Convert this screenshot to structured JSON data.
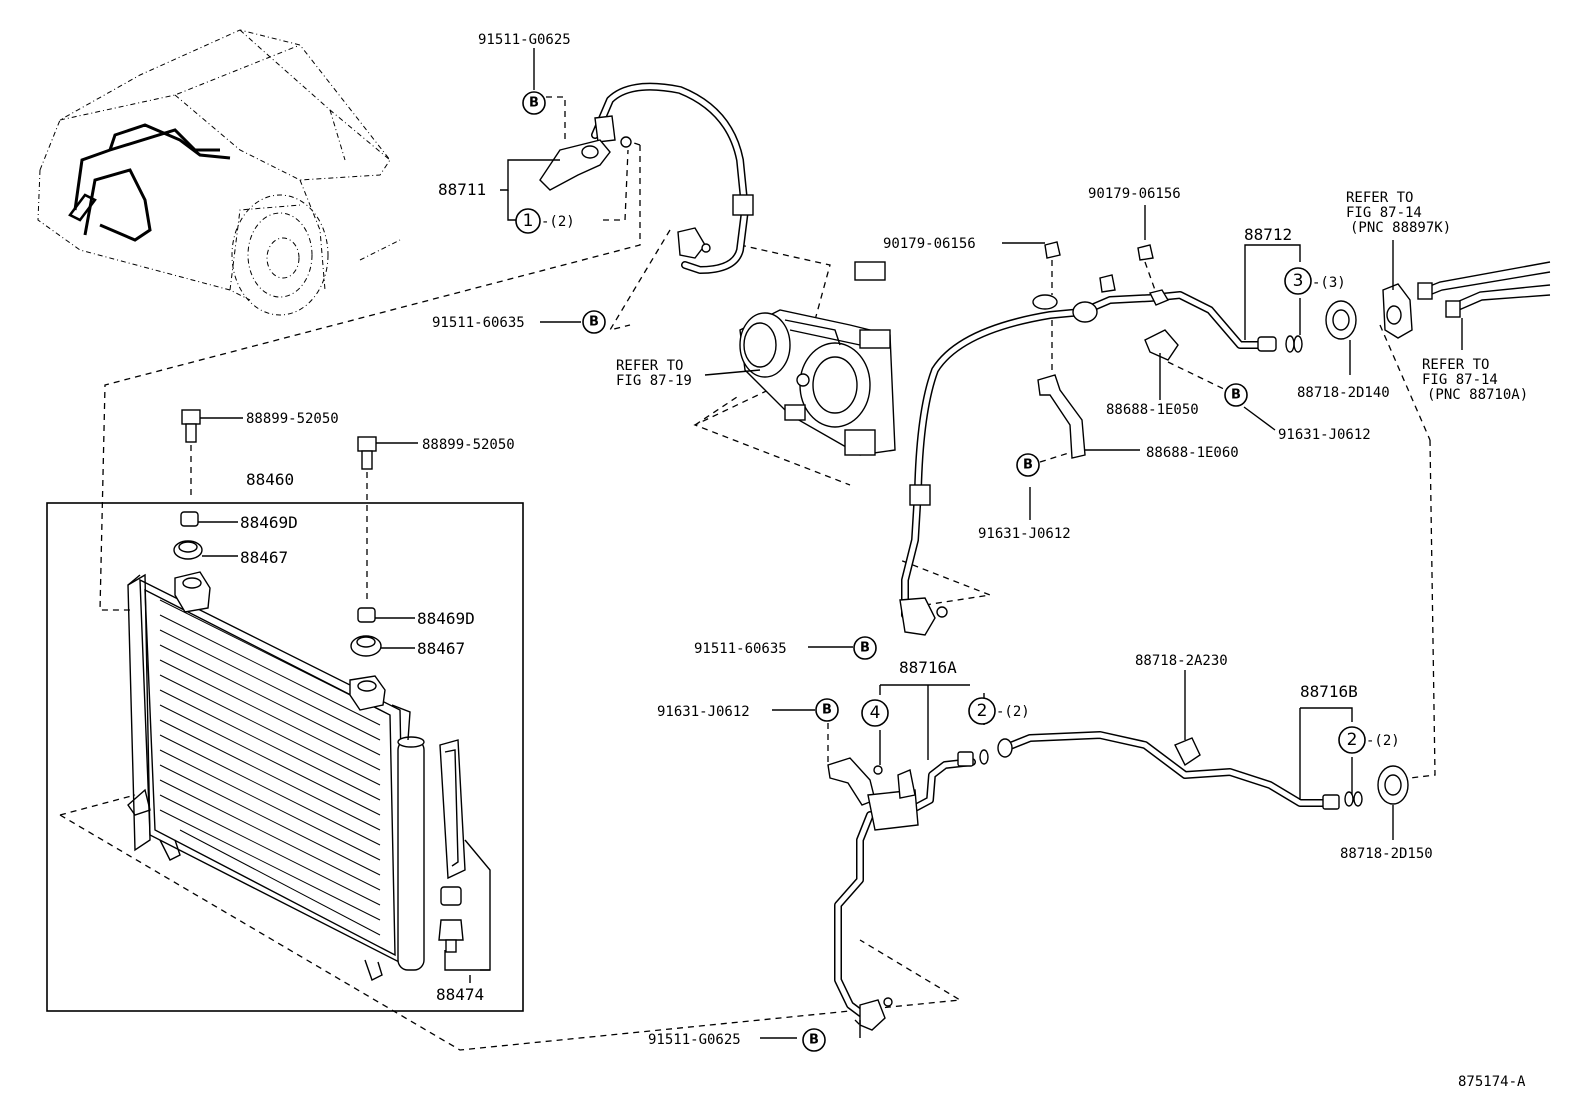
{
  "diagram_id": "875174-A",
  "labels": {
    "bolt_b_top": "91511-G0625",
    "hose_88711": "88711",
    "qty_1": "-(2)",
    "bolt_b_60635_top": "91511-60635",
    "refer_87_19_a": "REFER TO",
    "refer_87_19_b": "FIG 87-19",
    "bolt_88899_a": "88899-52050",
    "bolt_88899_b": "88899-52050",
    "condenser": "88460",
    "cushion_a": "88469D",
    "cushion_b": "88469D",
    "bushing_a": "88467",
    "bushing_b": "88467",
    "filter_88474": "88474",
    "bolt_b_bottom": "91511-G0625",
    "nut_90179_a": "90179-06156",
    "nut_90179_b": "90179-06156",
    "tube_88712": "88712",
    "qty_3": "-(3)",
    "refer_87_14k_a": "REFER TO",
    "refer_87_14k_b": "FIG 87-14",
    "refer_87_14k_c": "(PNC 88897K)",
    "refer_87_14a_a": "REFER TO",
    "refer_87_14a_b": "FIG 87-14",
    "refer_87_14a_c": "(PNC 88710A)",
    "cap_2d140": "88718-2D140",
    "clamp_1e050": "88688-1E050",
    "clamp_1e060": "88688-1E060",
    "bolt_j0612_a": "91631-J0612",
    "bolt_j0612_b": "91631-J0612",
    "bolt_j0612_c": "91631-J0612",
    "bolt_b_60635_mid": "91511-60635",
    "tube_88716a": "88716A",
    "qty_2a": "-(2)",
    "clamp_2a230": "88718-2A230",
    "tube_88716b": "88716B",
    "qty_2b": "-(2)",
    "cap_2d150": "88718-2D150"
  },
  "markers": {
    "b": "B",
    "n1": "1",
    "n2": "2",
    "n3": "3",
    "n4": "4"
  }
}
